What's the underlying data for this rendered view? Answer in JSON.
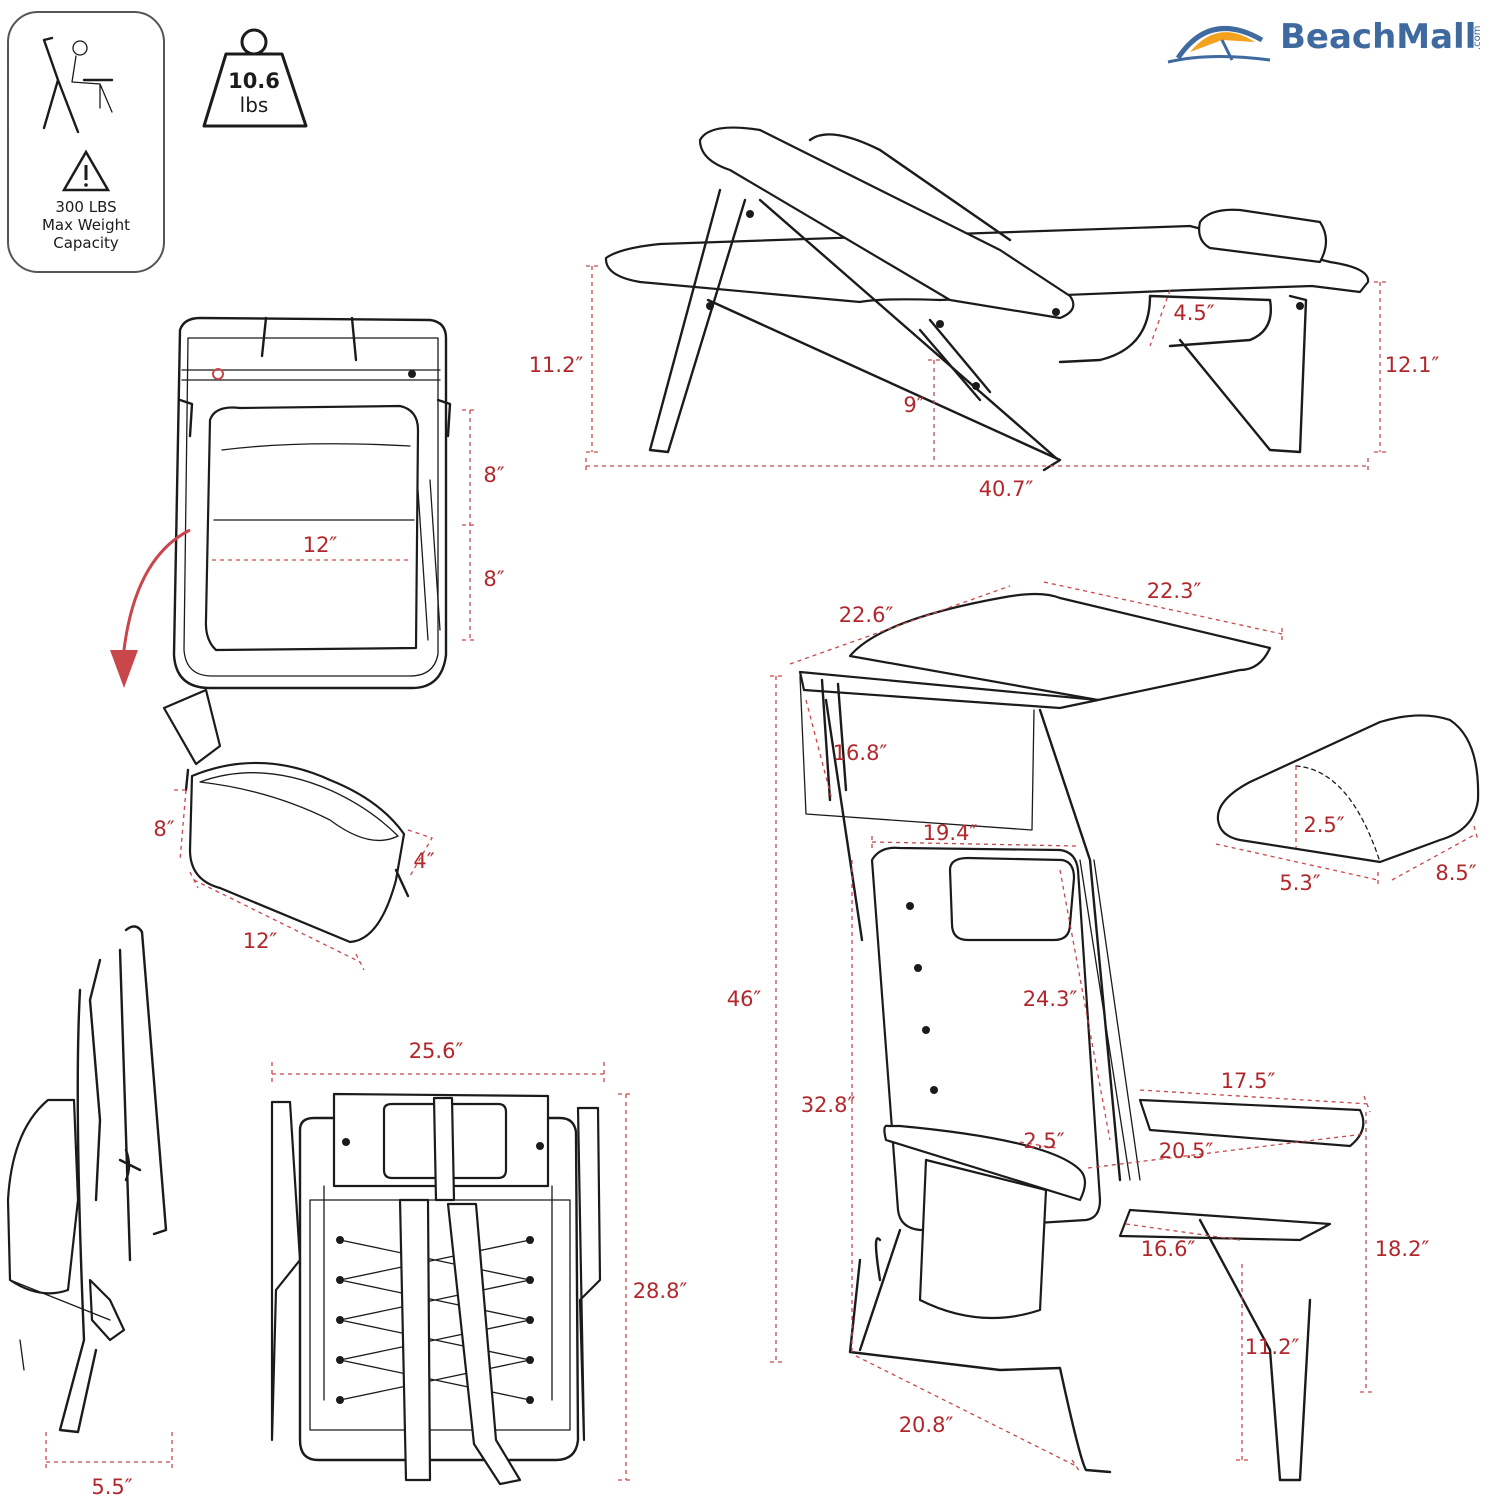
{
  "brand": {
    "name": "BeachMall",
    "suffix": ".com",
    "accent_orange": "#f2a21c",
    "accent_blue": "#3f6aa0"
  },
  "badges": {
    "weight_value": "10.6",
    "weight_unit": "lbs",
    "max_weight_line1": "300 LBS",
    "max_weight_line2": "Max Weight",
    "max_weight_line3": "Capacity",
    "icons": [
      "person-reclining-icon",
      "weight-icon",
      "warning-icon"
    ]
  },
  "dimensions": {
    "recline_height_left": "11.2″",
    "recline_arm_height": "9″",
    "recline_pocket": "4.5″",
    "recline_height_right": "12.1″",
    "recline_length": "40.7″",
    "cooler_top_width": "12″",
    "cooler_height_upper": "8″",
    "cooler_height_lower": "8″",
    "cooler_bag_height": "8″",
    "cooler_bag_depth": "4″",
    "cooler_bag_width": "12″",
    "canopy_depth": "22.6″",
    "canopy_width": "22.3″",
    "canopy_drop": "16.8″",
    "back_width": "19.4″",
    "total_height": "46″",
    "back_height": "24.3″",
    "seat_back_height": "32.8″",
    "arm_length": "17.5″",
    "arm_width": "2.5″",
    "seat_depth": "20.5″",
    "seat_width": "16.6″",
    "arm_height": "18.2″",
    "seat_height": "11.2″",
    "base_width": "20.8″",
    "pillow_height": "2.5″",
    "pillow_width": "5.3″",
    "pillow_length": "8.5″",
    "folded_width": "25.6″",
    "folded_height": "28.8″",
    "folded_thickness": "5.5″"
  }
}
